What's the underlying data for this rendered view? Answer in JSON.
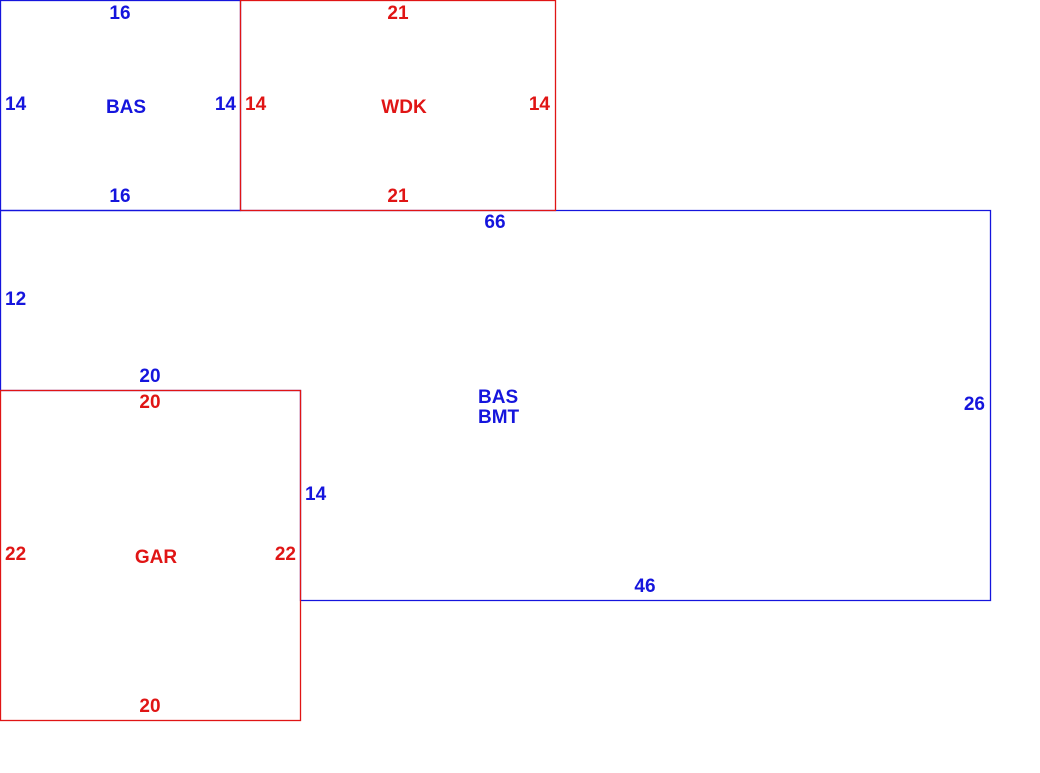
{
  "colors": {
    "living": "#1515dd",
    "other": "#e01515"
  },
  "areas": {
    "bas_upper": {
      "label": "BAS",
      "top": "16",
      "bottom": "16",
      "left": "14",
      "right": "14"
    },
    "wdk": {
      "label": "WDK",
      "top": "21",
      "bottom": "21",
      "left": "14",
      "right": "14"
    },
    "bas_main": {
      "label_line1": "BAS",
      "label_line2": "BMT",
      "top": "66",
      "left": "12",
      "step_top": "20",
      "step_side": "14",
      "bottom": "46",
      "right": "26"
    },
    "gar": {
      "label": "GAR",
      "top": "20",
      "bottom": "20",
      "left": "22",
      "right": "22"
    }
  }
}
